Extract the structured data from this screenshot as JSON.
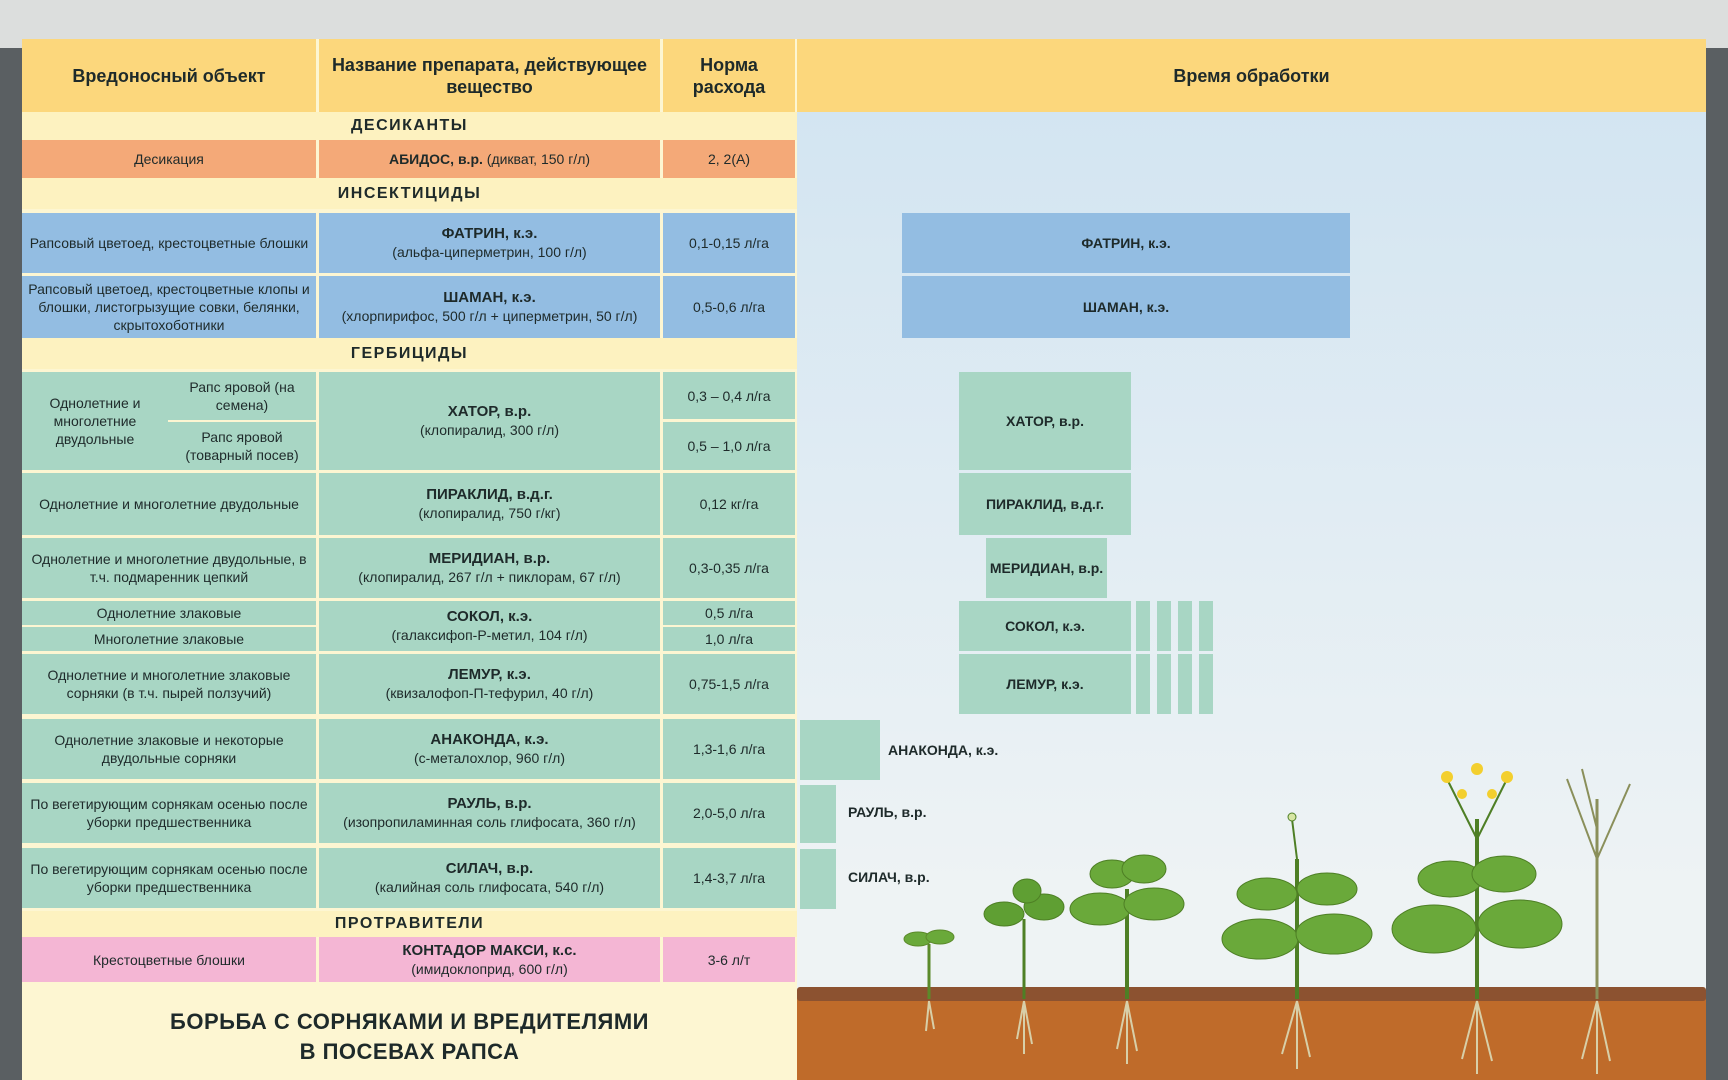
{
  "headers": {
    "pest": "Вредоносный объект",
    "product": "Название препарата, действующее вещество",
    "rate": "Норма расхода",
    "time": "Время обработки"
  },
  "sections": {
    "desiccants": "ДЕСИКАНТЫ",
    "insecticides": "ИНСЕКТИЦИДЫ",
    "herbicides": "ГЕРБИЦИДЫ",
    "seed_treatment": "ПРОТРАВИТЕЛИ"
  },
  "rows": {
    "abidos": {
      "pest": "Десикация",
      "name": "АБИДОС, в.р.",
      "ai": "(дикват, 150 г/л)",
      "rate": "2, 2(А)"
    },
    "fatrin": {
      "pest": "Рапсовый цветоед, крестоцветные блошки",
      "name": "ФАТРИН, к.э.",
      "ai": "(альфа-циперметрин, 100 г/л)",
      "rate": "0,1-0,15 л/га"
    },
    "shaman": {
      "pest": "Рапсовый цветоед, крестоцветные клопы и блошки, листогрызущие совки, белянки, скрытохоботники",
      "name": "ШАМАН, к.э.",
      "ai": "(хлорпирифос, 500 г/л + циперметрин, 50 г/л)",
      "rate": "0,5-0,6 л/га"
    },
    "hator": {
      "pest": "Однолетние и многолетние двудольные",
      "sub1": "Рапс яровой (на семена)",
      "sub2": "Рапс яровой (товарный посев)",
      "name": "ХАТОР, в.р.",
      "ai": "(клопиралид, 300 г/л)",
      "rate1": "0,3 – 0,4 л/га",
      "rate2": "0,5 – 1,0 л/га"
    },
    "piraklid": {
      "pest": "Однолетние и многолетние двудольные",
      "name": "ПИРАКЛИД, в.д.г.",
      "ai": "(клопиралид, 750 г/кг)",
      "rate": "0,12 кг/га"
    },
    "meridian": {
      "pest": "Однолетние и многолетние двудольные, в т.ч. подмаренник цепкий",
      "name": "МЕРИДИАН, в.р.",
      "ai": "(клопиралид, 267 г/л + пиклорам, 67 г/л)",
      "rate": "0,3-0,35 л/га"
    },
    "sokol": {
      "pest1": "Однолетние злаковые",
      "pest2": "Многолетние злаковые",
      "name": "СОКОЛ, к.э.",
      "ai": "(галаксифоп-Р-метил, 104 г/л)",
      "rate1": "0,5 л/га",
      "rate2": "1,0 л/га"
    },
    "lemur": {
      "pest": "Однолетние и многолетние злаковые сорняки (в т.ч. пырей ползучий)",
      "name": "ЛЕМУР, к.э.",
      "ai": "(квизалофоп-П-тефурил, 40 г/л)",
      "rate": "0,75-1,5 л/га"
    },
    "anakonda": {
      "pest": "Однолетние злаковые и некоторые двудольные сорняки",
      "name": "АНАКОНДА, к.э.",
      "ai": "(с-металохлор, 960 г/л)",
      "rate": "1,3-1,6 л/га"
    },
    "raul": {
      "pest": "По вегетирующим сорнякам осенью после уборки предшественника",
      "name": "РАУЛЬ, в.р.",
      "ai": "(изопропиламинная соль глифосата, 360 г/л)",
      "rate": "2,0-5,0 л/га"
    },
    "silach": {
      "pest": "По вегетирующим сорнякам осенью после уборки предшественника",
      "name": "СИЛАЧ, в.р.",
      "ai": "(калийная соль  глифосата, 540 г/л)",
      "rate": "1,4-3,7 л/га"
    },
    "kontador": {
      "pest": "Крестоцветные блошки",
      "name": "КОНТАДОР МАКСИ, к.с.",
      "ai": "(имидоклоприд, 600 г/л)",
      "rate": "3-6 л/т"
    }
  },
  "timeline": {
    "fatrin": "ФАТРИН, к.э.",
    "shaman": "ШАМАН, к.э.",
    "hator": "ХАТОР, в.р.",
    "piraklid": "ПИРАКЛИД, в.д.г.",
    "meridian": "МЕРИДИАН, в.р.",
    "sokol": "СОКОЛ, к.э.",
    "lemur": "ЛЕМУР, к.э.",
    "anakonda": "АНАКОНДА, к.э.",
    "raul": "РАУЛЬ, в.р.",
    "silach": "СИЛАЧ, в.р."
  },
  "title": {
    "line1": "БОРЬБА С СОРНЯКАМИ И ВРЕДИТЕЛЯМИ",
    "line2": "В ПОСЕВАХ РАПСА"
  },
  "colors": {
    "header": "#fcd77c",
    "insecticide": "#93bde2",
    "herbicide": "#a8d6c4",
    "desiccant": "#f4a978",
    "seed_treatment": "#f4b6d4"
  }
}
